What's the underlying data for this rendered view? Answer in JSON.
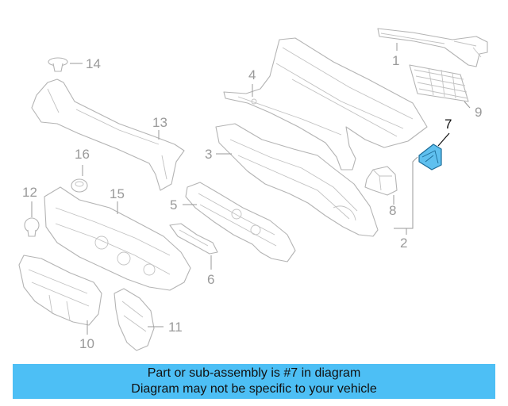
{
  "diagram": {
    "callouts": [
      {
        "id": "1",
        "label": "1"
      },
      {
        "id": "2",
        "label": "2"
      },
      {
        "id": "3",
        "label": "3"
      },
      {
        "id": "4",
        "label": "4"
      },
      {
        "id": "5",
        "label": "5"
      },
      {
        "id": "6",
        "label": "6"
      },
      {
        "id": "7",
        "label": "7"
      },
      {
        "id": "8",
        "label": "8"
      },
      {
        "id": "9",
        "label": "9"
      },
      {
        "id": "10",
        "label": "10"
      },
      {
        "id": "11",
        "label": "11"
      },
      {
        "id": "12",
        "label": "12"
      },
      {
        "id": "13",
        "label": "13"
      },
      {
        "id": "14",
        "label": "14"
      },
      {
        "id": "15",
        "label": "15"
      },
      {
        "id": "16",
        "label": "16"
      }
    ],
    "highlighted_part": "7",
    "colors": {
      "highlight_fill": "#5fc0ef",
      "highlight_stroke": "#1c6c98",
      "line_art": "#b4b4b4",
      "callout_text": "#9a9a9a",
      "banner_background": "#4dbff5"
    }
  },
  "banner": {
    "line1": "Part or sub-assembly is #7 in diagram",
    "line2": "Diagram may not be specific to your vehicle"
  }
}
